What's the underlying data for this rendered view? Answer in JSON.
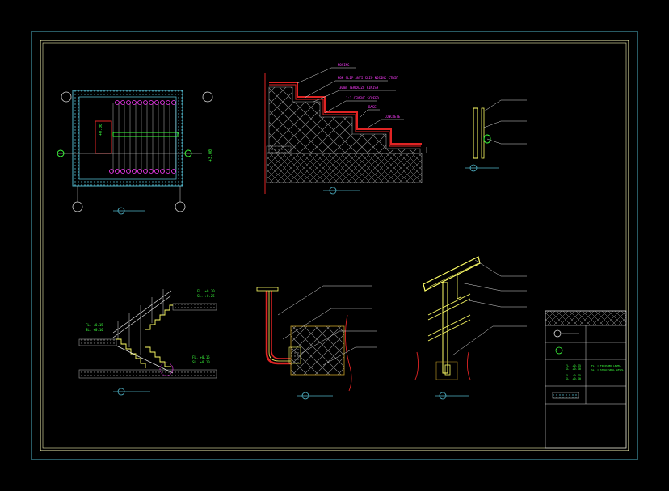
{
  "canvas_background": "#000000",
  "colors": {
    "frame_outer": "#4fb3c7",
    "frame_inner": "#f2f2b0",
    "magenta": "#ff3cff",
    "red": "#e02424",
    "green": "#3cff3c",
    "yellow": "#ffff66",
    "white": "#ffffff",
    "cyan": "#00e5ff",
    "gray": "#9a9a9a"
  },
  "stair_section_labels": {
    "l1": "NOSING",
    "l2": "NON-SLIP ANTI-SLIP NOSING STRIP",
    "l3": "30mm TERRAZZO FINISH",
    "l4": "1:2 CEMENT SCREED",
    "l5": "BASE",
    "l6": "CONCRETE"
  },
  "plan_level_tag": {
    "line1": "+0.00",
    "line2": "+3.00"
  },
  "elevation_tags": {
    "top": [
      "FL. +0.30",
      "SL. +0.25"
    ],
    "left": [
      "FL. +0.15",
      "SL. +0.10"
    ],
    "bottom": [
      "FL. +0.15",
      "SL. +0.10"
    ]
  },
  "title_block": {
    "tag_1a": "FL. +0.15",
    "tag_1b": "SL. +0.10",
    "tag_2a": "FL. +0.15",
    "tag_2b": "SL. +0.10",
    "note_1": "FL. = FINISHED LEVEL",
    "note_1b": "SL. = STRUCTURAL LEVEL"
  }
}
